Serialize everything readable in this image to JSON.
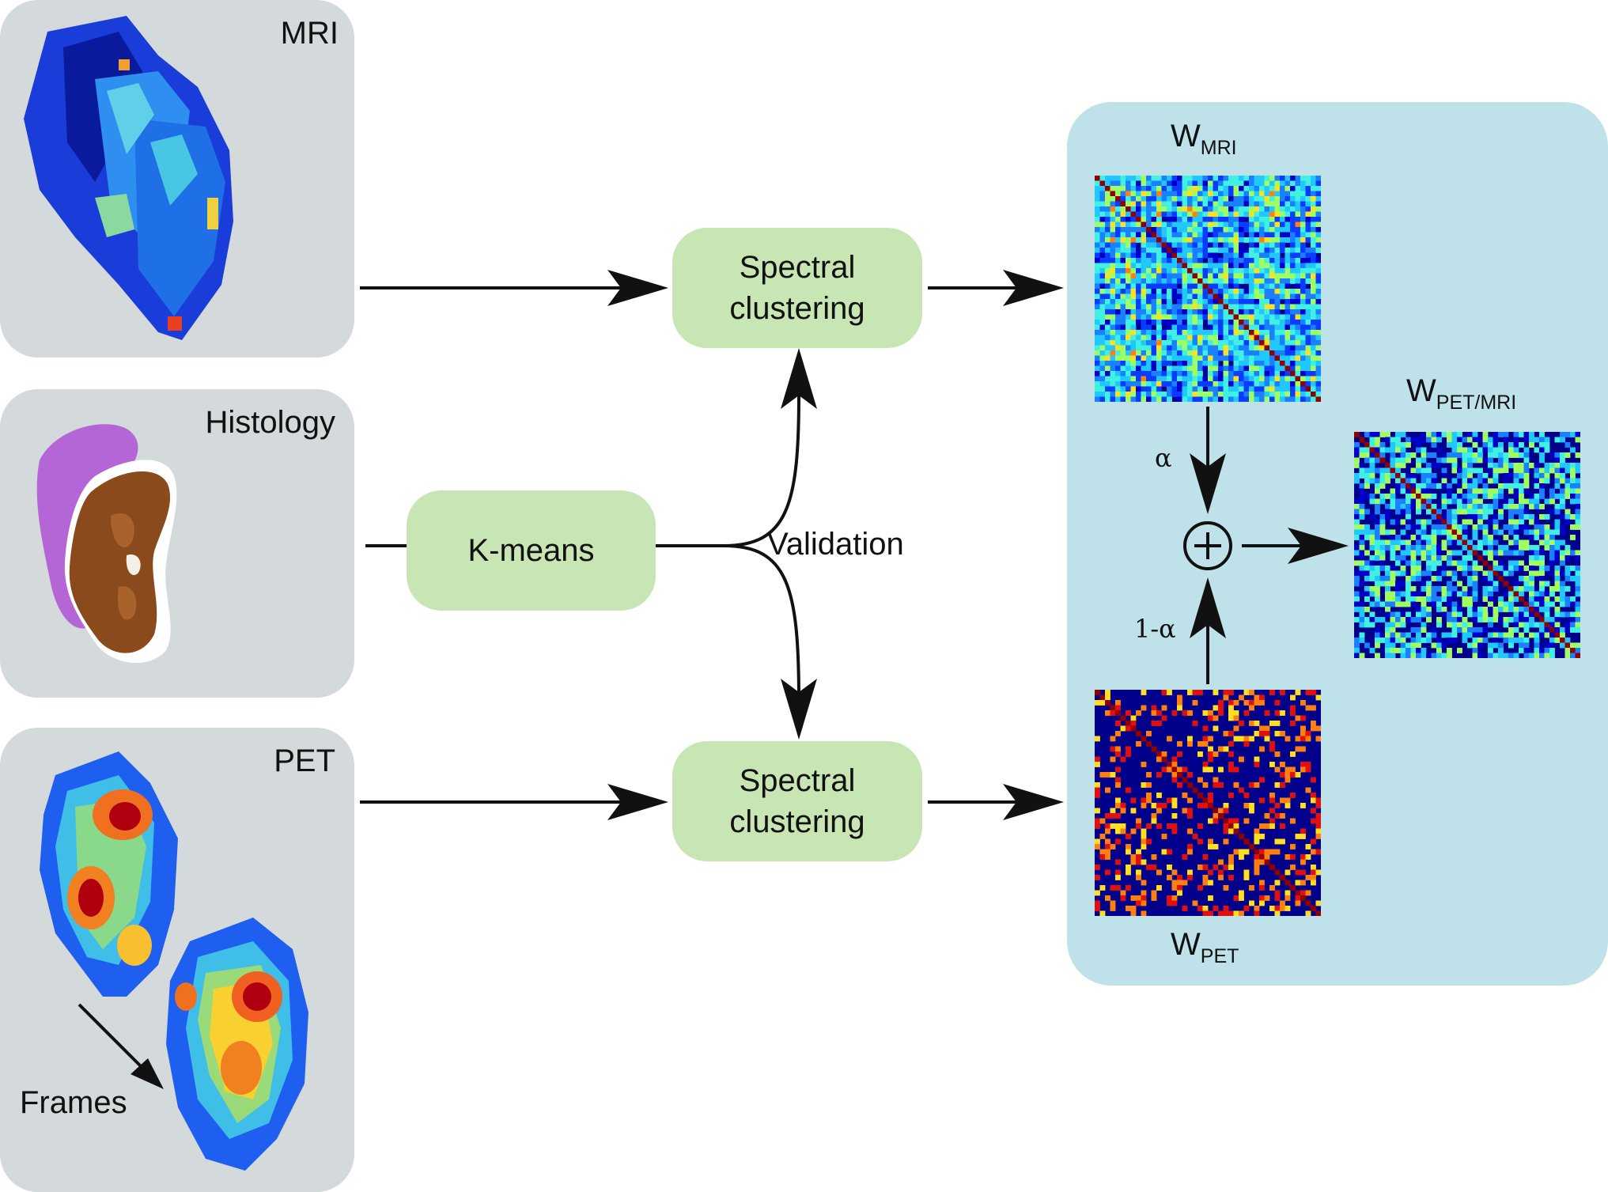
{
  "panels": {
    "mri": {
      "label": "MRI"
    },
    "histology": {
      "label": "Histology"
    },
    "pet": {
      "label": "PET",
      "frames_label": "Frames"
    }
  },
  "process": {
    "spectral_top": {
      "line1": "Spectral",
      "line2": "clustering"
    },
    "kmeans": {
      "label": "K-means"
    },
    "validation": {
      "label": "Validation"
    },
    "spectral_bottom": {
      "line1": "Spectral",
      "line2": "clustering"
    }
  },
  "fusion": {
    "w_mri": {
      "base": "W",
      "sub": "MRI"
    },
    "w_pet": {
      "base": "W",
      "sub": "PET"
    },
    "w_petmri": {
      "base": "W",
      "sub": "PET/MRI"
    },
    "alpha": "α",
    "one_minus_alpha": "1-α",
    "sum_symbol": "+"
  },
  "colors": {
    "panel_gray": "#d4d9db",
    "process_green": "#c7e6b4",
    "fusion_blue": "#bfe2ea",
    "matrix_background": "#00008b"
  }
}
